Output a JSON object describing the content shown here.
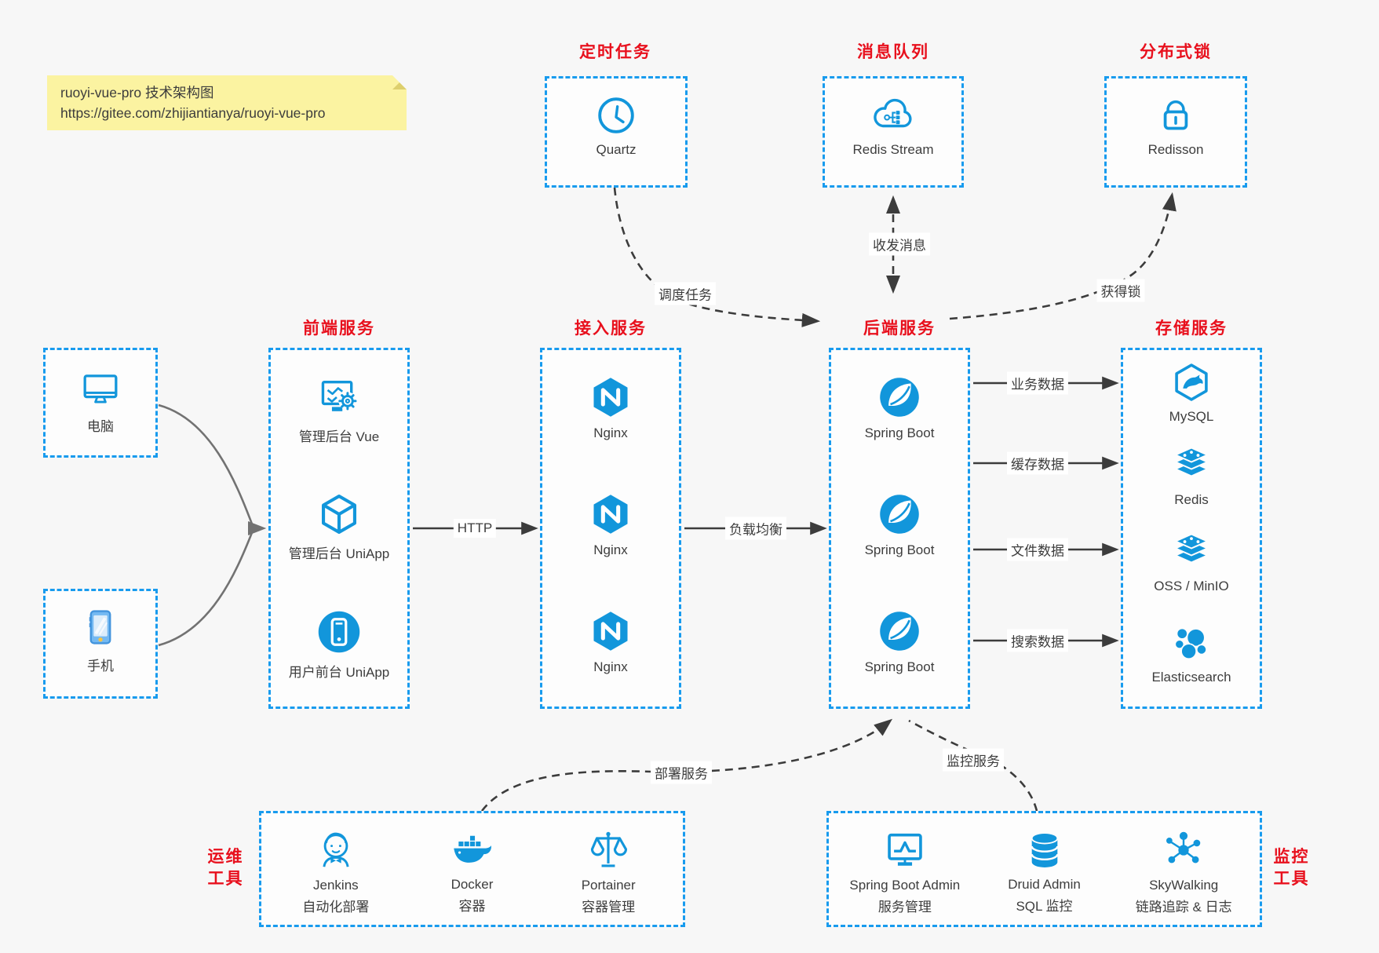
{
  "colors": {
    "accent_blue": "#189bee",
    "icon_blue": "#1296db",
    "title_red": "#e8101d",
    "arrow_dark": "#3c3c3c",
    "arrow_gray": "#727272",
    "note_bg": "#fbf3a1"
  },
  "note": {
    "line1": "ruoyi-vue-pro 技术架构图",
    "line2": "https://gitee.com/zhijiantianya/ruoyi-vue-pro"
  },
  "top_services": [
    {
      "title": "定时任务",
      "icon": "clock-icon",
      "label": "Quartz"
    },
    {
      "title": "消息队列",
      "icon": "cloud-stream-icon",
      "label": "Redis Stream"
    },
    {
      "title": "分布式锁",
      "icon": "lock-icon",
      "label": "Redisson"
    }
  ],
  "clients": [
    {
      "icon": "desktop-icon",
      "label": "电脑"
    },
    {
      "icon": "smartphone-icon",
      "label": "手机"
    }
  ],
  "columns": [
    {
      "title": "前端服务",
      "items": [
        {
          "icon": "admin-vue-icon",
          "label": "管理后台 Vue"
        },
        {
          "icon": "cube-icon",
          "label": "管理后台 UniApp"
        },
        {
          "icon": "mobile-app-icon",
          "label": "用户前台 UniApp"
        }
      ]
    },
    {
      "title": "接入服务",
      "items": [
        {
          "icon": "nginx-icon",
          "label": "Nginx"
        },
        {
          "icon": "nginx-icon",
          "label": "Nginx"
        },
        {
          "icon": "nginx-icon",
          "label": "Nginx"
        }
      ]
    },
    {
      "title": "后端服务",
      "items": [
        {
          "icon": "spring-boot-icon",
          "label": "Spring Boot"
        },
        {
          "icon": "spring-boot-icon",
          "label": "Spring Boot"
        },
        {
          "icon": "spring-boot-icon",
          "label": "Spring Boot"
        }
      ]
    },
    {
      "title": "存储服务",
      "items": [
        {
          "icon": "mysql-icon",
          "label": "MySQL"
        },
        {
          "icon": "redis-icon",
          "label": "Redis"
        },
        {
          "icon": "oss-icon",
          "label": "OSS / MinIO"
        },
        {
          "icon": "elasticsearch-icon",
          "label": "Elasticsearch"
        }
      ]
    }
  ],
  "edges": {
    "http": "HTTP",
    "load_balance": "负载均衡",
    "business_data": "业务数据",
    "cache_data": "缓存数据",
    "file_data": "文件数据",
    "search_data": "搜索数据",
    "schedule": "调度任务",
    "message": "收发消息",
    "lock": "获得锁",
    "deploy": "部署服务",
    "monitor": "监控服务"
  },
  "tool_groups": [
    {
      "title_line1": "运维",
      "title_line2": "工具",
      "items": [
        {
          "icon": "jenkins-icon",
          "name": "Jenkins",
          "desc": "自动化部署"
        },
        {
          "icon": "docker-icon",
          "name": "Docker",
          "desc": "容器"
        },
        {
          "icon": "portainer-icon",
          "name": "Portainer",
          "desc": "容器管理"
        }
      ]
    },
    {
      "title_line1": "监控",
      "title_line2": "工具",
      "items": [
        {
          "icon": "spring-boot-admin-icon",
          "name": "Spring Boot Admin",
          "desc": "服务管理"
        },
        {
          "icon": "druid-icon",
          "name": "Druid Admin",
          "desc": "SQL 监控"
        },
        {
          "icon": "skywalking-icon",
          "name": "SkyWalking",
          "desc": "链路追踪 & 日志"
        }
      ]
    }
  ]
}
